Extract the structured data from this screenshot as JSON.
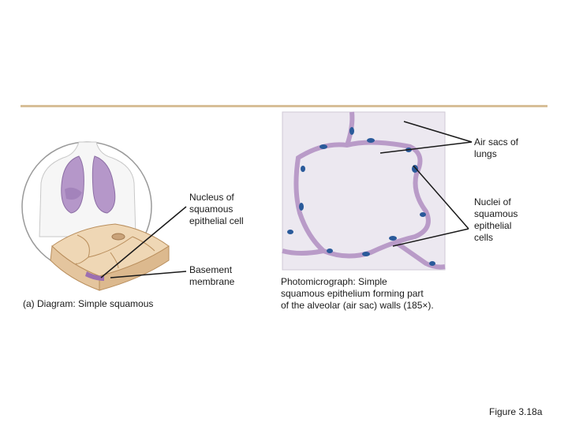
{
  "labels": {
    "air_sacs": "Air sacs of\nlungs",
    "nucleus_cell": "Nucleus of\nsquamous\nepithelial cell",
    "nuclei_cells": "Nuclei of\nsquamous\nepithelial\ncells",
    "basement_membrane": "Basement\nmembrane"
  },
  "captions": {
    "diagram": "(a) Diagram: Simple squamous",
    "photo": "Photomicrograph: Simple\nsquamous epithelium forming part\nof the alveolar (air sac) walls (185×).",
    "figure_number": "Figure 3.18a"
  },
  "colors": {
    "rule": "#d7bf98",
    "lung": "#b597c9",
    "tissue": "#efd7b5",
    "photo_bg": "#ece8f0",
    "nucleus": "#2a5a9a"
  }
}
